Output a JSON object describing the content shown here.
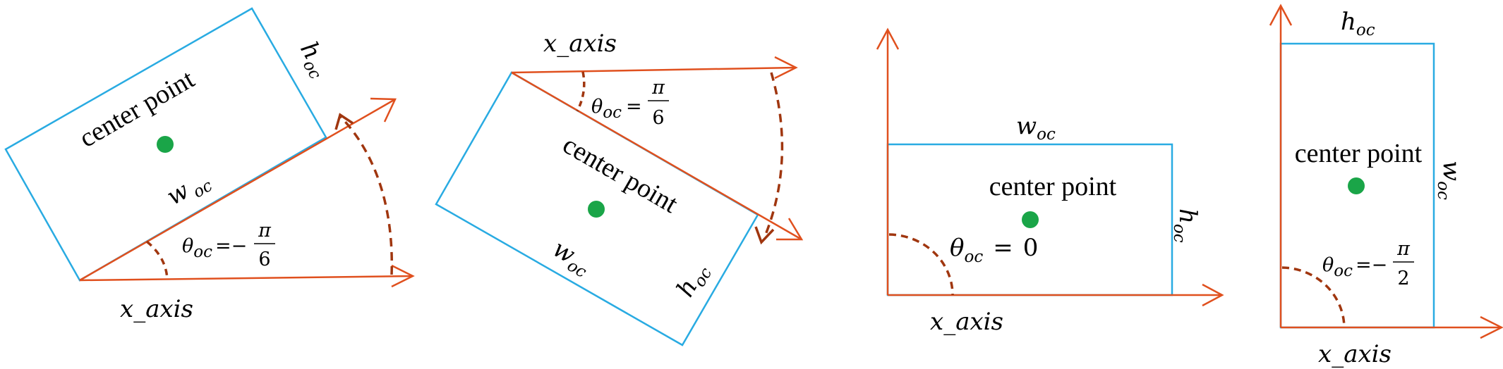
{
  "colors": {
    "box": "#29abe2",
    "axis": "#e0501e",
    "arc": "#a0360f",
    "center": "#1aa548"
  },
  "panels": [
    {
      "center_label": "center point",
      "x_axis_label": "x_axis",
      "width_label": "w",
      "height_label": "h",
      "subscript": "oc",
      "theta": "θ",
      "theta_sub": "oc",
      "equals": "=",
      "minus": "−",
      "frac_num": "π",
      "frac_den": "6"
    },
    {
      "center_label": "center point",
      "x_axis_label": "x_axis",
      "width_label": "w",
      "height_label": "h",
      "subscript": "oc",
      "theta": "θ",
      "theta_sub": "oc",
      "equals": "=",
      "frac_num": "π",
      "frac_den": "6"
    },
    {
      "center_label": "center point",
      "x_axis_label": "x_axis",
      "width_label": "w",
      "height_label": "h",
      "subscript": "oc",
      "theta": "θ",
      "theta_sub": "oc",
      "equals": "=",
      "value": "0"
    },
    {
      "center_label": "center point",
      "x_axis_label": "x_axis",
      "width_label": "w",
      "height_label": "h",
      "subscript": "oc",
      "theta": "θ",
      "theta_sub": "oc",
      "equals": "=",
      "minus": "−",
      "frac_num": "π",
      "frac_den": "2"
    }
  ]
}
